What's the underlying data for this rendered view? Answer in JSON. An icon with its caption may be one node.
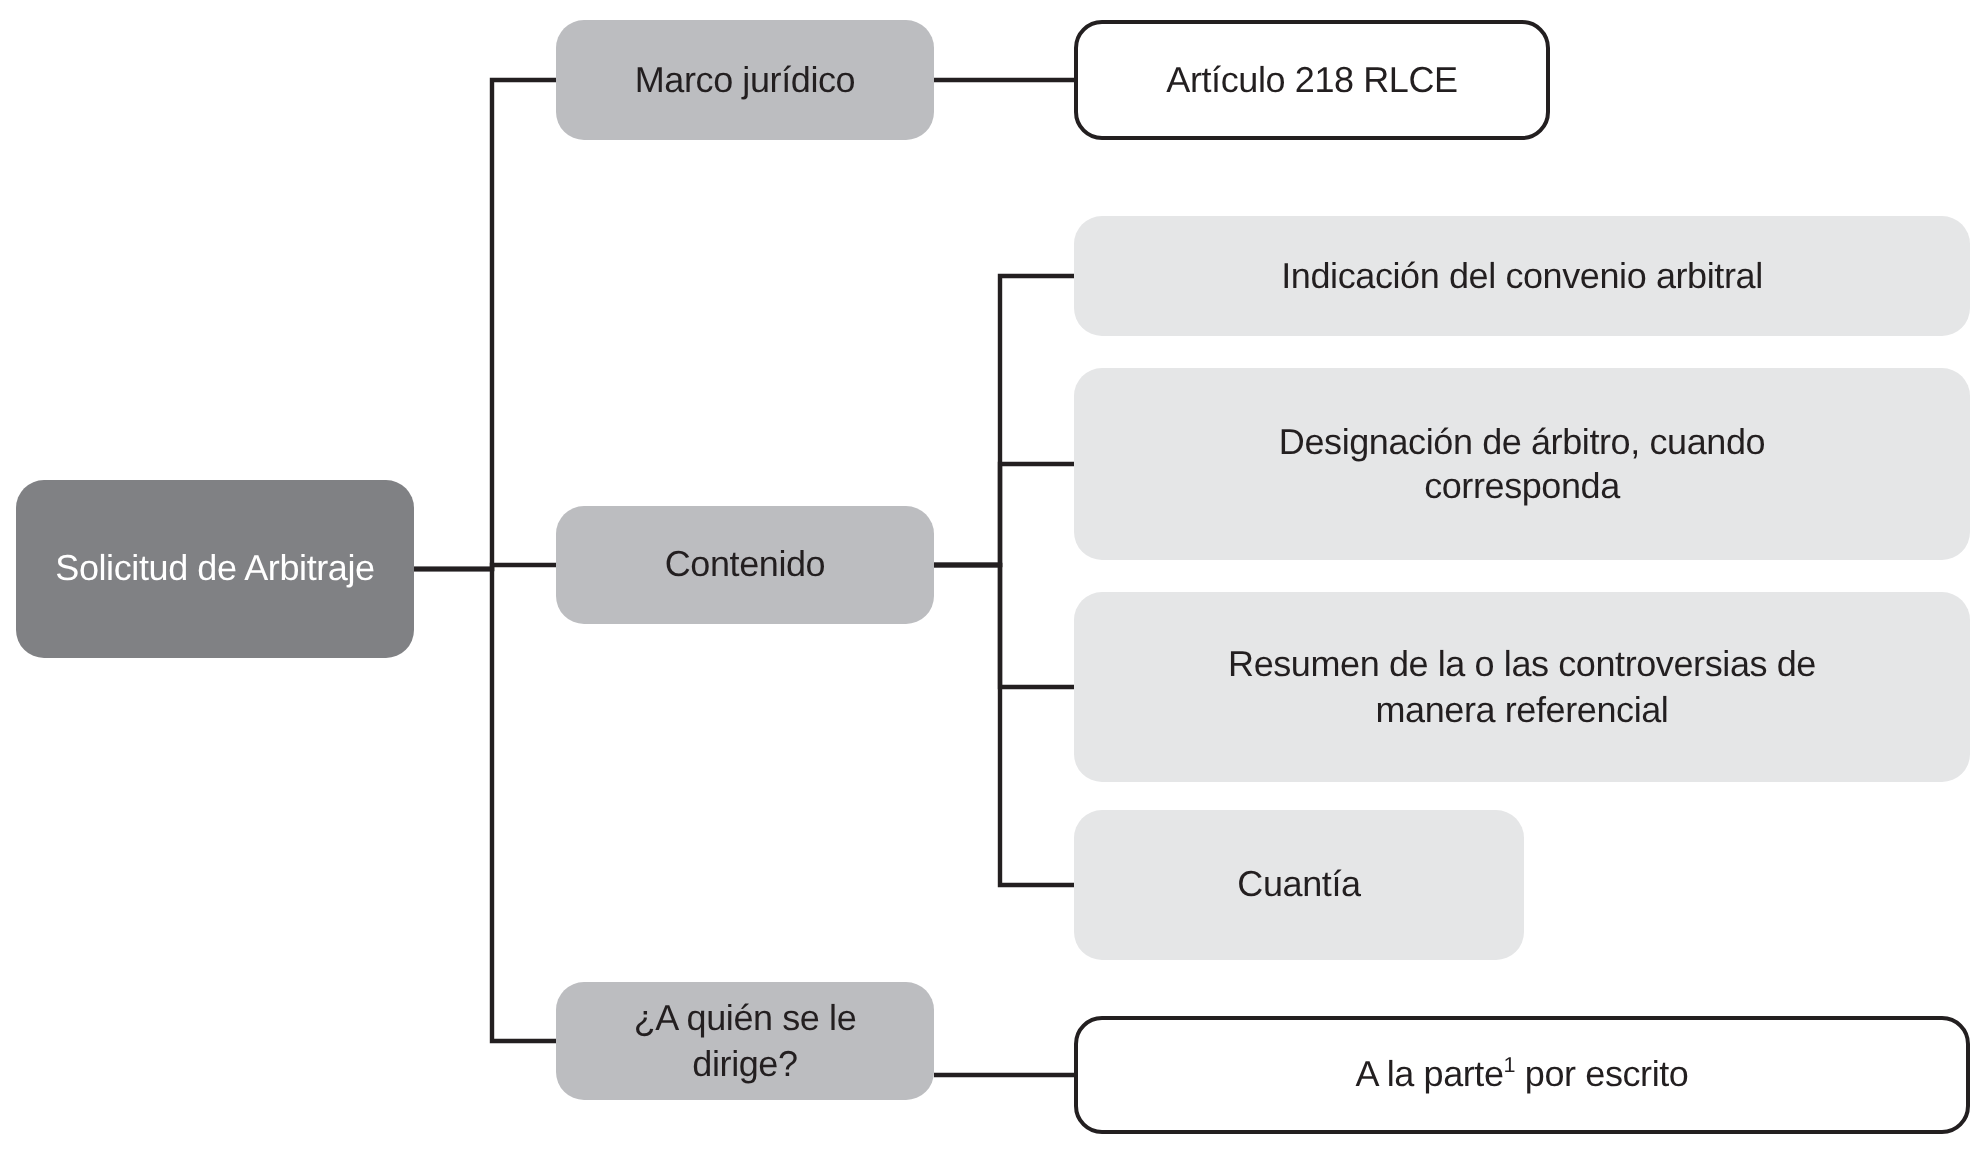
{
  "diagram": {
    "nodes": [
      {
        "text": [
          "Solicitud de Arbitraje"
        ]
      },
      {
        "text": [
          "Marco jurídico"
        ]
      },
      {
        "text": [
          "Artículo 218 RLCE"
        ]
      },
      {
        "text": [
          "Contenido"
        ]
      },
      {
        "text": [
          "¿A quién se le dirige?"
        ]
      },
      {
        "text": [
          "Indicación del convenio arbitral"
        ]
      },
      {
        "text": [
          "Designación de árbitro, cuando corresponda"
        ]
      },
      {
        "text": [
          "Resumen de la o las controversias de manera referencial"
        ]
      },
      {
        "text": [
          "Cuantía"
        ]
      },
      {
        "text": [
          "A la parte$^{1}$ por escrito"
        ]
      }
    ],
    "edges": [
      {
        "from": 0,
        "to": 1,
        "arrow": "none"
      },
      {
        "from": 0,
        "to": 3,
        "arrow": "none"
      },
      {
        "from": 0,
        "to": 4,
        "arrow": "none"
      },
      {
        "from": 1,
        "to": 2,
        "arrow": "none"
      },
      {
        "from": 3,
        "to": 5,
        "arrow": "none"
      },
      {
        "from": 3,
        "to": 6,
        "arrow": "none"
      },
      {
        "from": 3,
        "to": 7,
        "arrow": "none"
      },
      {
        "from": 3,
        "to": 8,
        "arrow": "none"
      },
      {
        "from": 4,
        "to": 9,
        "arrow": "none"
      }
    ]
  }
}
